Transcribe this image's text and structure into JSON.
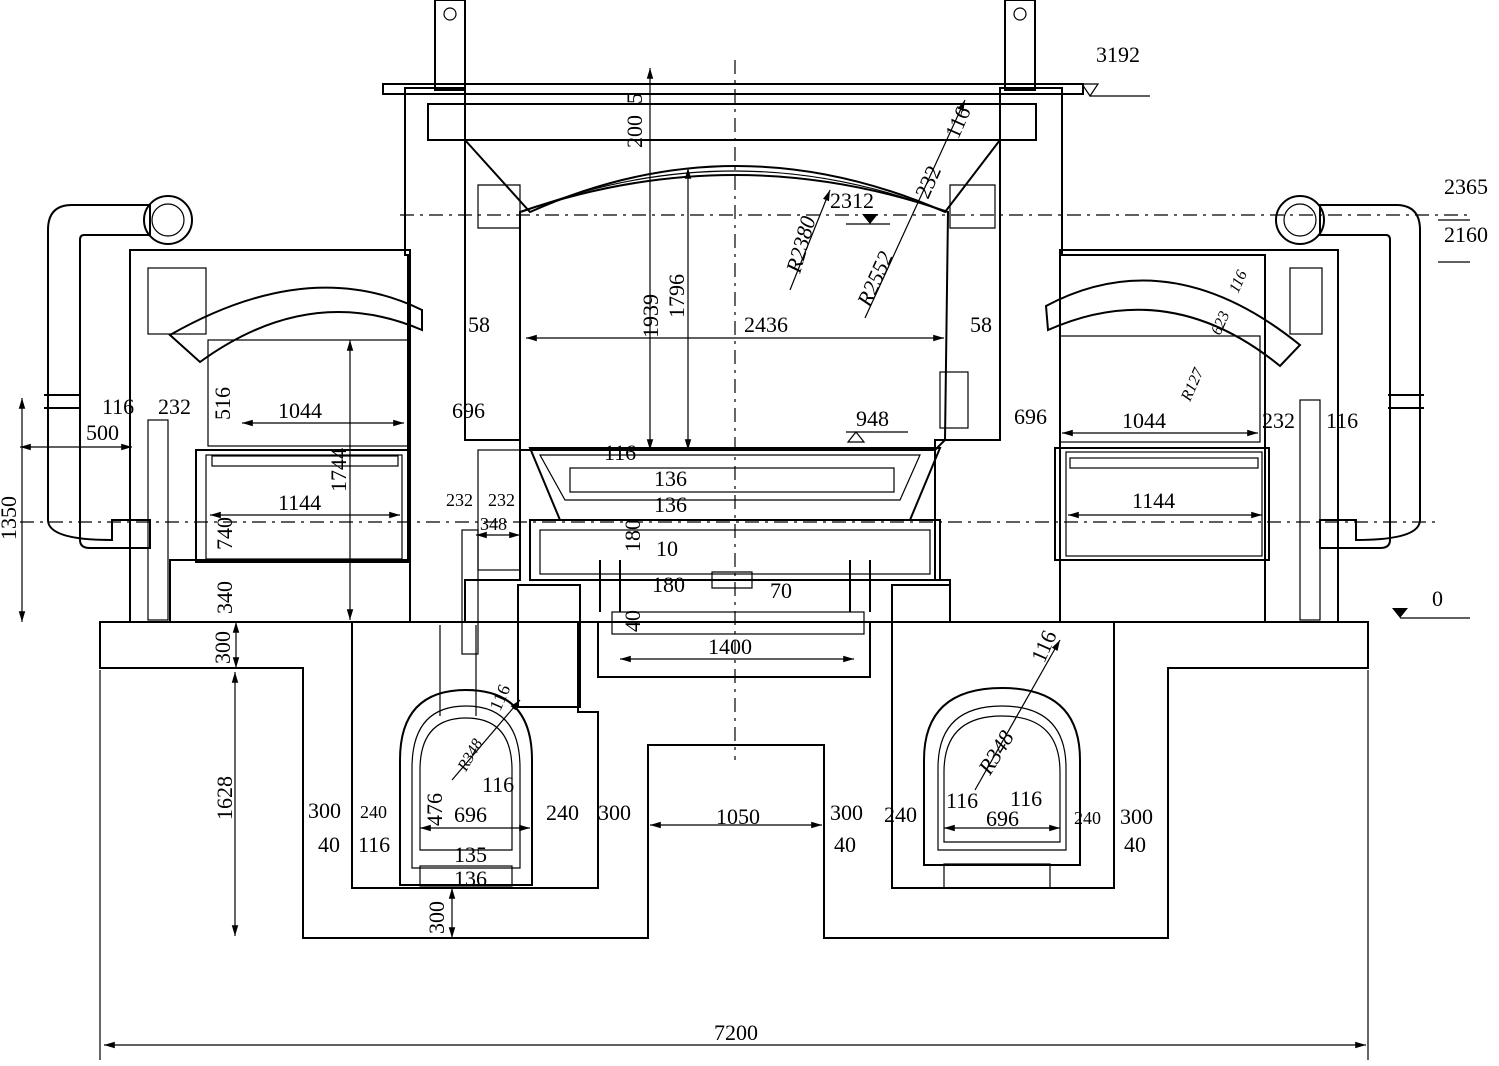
{
  "diagram": {
    "elevations": {
      "top": "3192",
      "upper_right_1": "2365",
      "upper_right_2": "2160",
      "chamber_level": "2312",
      "hearth_level": "948",
      "ground": "0"
    },
    "chamber": {
      "height_total": "1939",
      "height_inner": "1796",
      "width": "2436",
      "wall_left": "58",
      "wall_right": "58",
      "roof_radius_inner": "R2380",
      "roof_radius_outer": "R2552",
      "roof_layer_1": "116",
      "roof_layer_2": "232",
      "roof_top_1": "200",
      "roof_top_2": "5",
      "floor_lining": "116",
      "floor_layer_1": "136",
      "floor_layer_2": "136",
      "support_gap": "10",
      "support_1": "180",
      "support_2": "180",
      "support_3": "40",
      "base_width": "1400",
      "small_mark": "70"
    },
    "left_side": {
      "overall_height": "1350",
      "pipe_offset": "500",
      "wall_1": "116",
      "wall_2": "232",
      "arch_rise": "516",
      "chamber_width": "1044",
      "tray_width": "1144",
      "height_1744": "1744",
      "height_740": "740",
      "height_340": "340",
      "flue_width": "696",
      "flue_wall_1": "232",
      "flue_wall_2": "232",
      "flue_inner": "348"
    },
    "right_side": {
      "flue_width": "696",
      "chamber_width": "1044",
      "wall_1": "232",
      "wall_2": "116",
      "tray_width": "1144",
      "arch_radius": "R127",
      "arch_span": "623",
      "arch_layer": "116"
    },
    "foundation": {
      "slab": "300",
      "depth": "1628",
      "bottom": "300",
      "overall_width": "7200",
      "gap_width": "1050",
      "left_tunnel": {
        "radius": "R348",
        "arch_layer": "116",
        "inner_right": "116",
        "height": "476",
        "width": "696",
        "wall_left": "240",
        "wall_right": "240",
        "outer_left": "300",
        "outer_right": "300",
        "lining_left": "40",
        "lining_inner": "116",
        "floor_1": "135",
        "floor_2": "136"
      },
      "right_tunnel": {
        "radius": "R348",
        "arch_layer": "116",
        "inner_1": "116",
        "inner_2": "116",
        "width": "696",
        "wall_left": "240",
        "wall_right": "240",
        "outer_left": "300",
        "outer_right": "300",
        "lining_left": "40",
        "lining_right": "40"
      }
    }
  }
}
